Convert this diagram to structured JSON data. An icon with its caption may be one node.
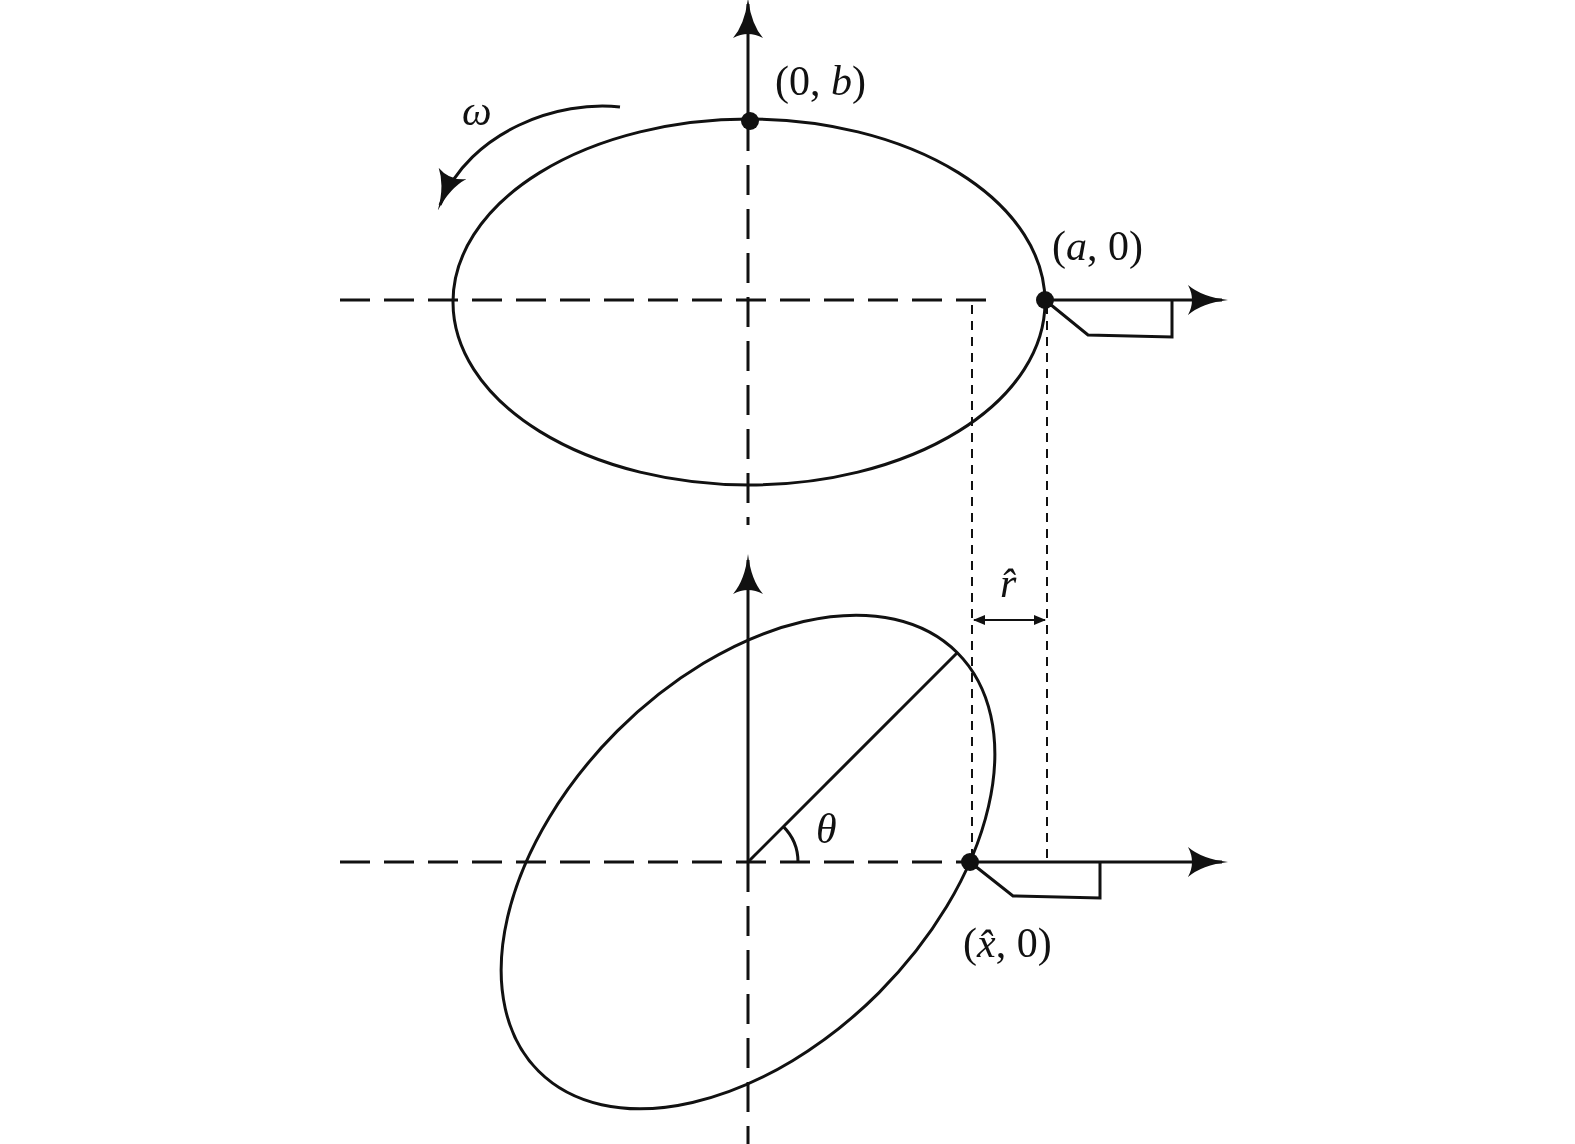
{
  "diagram": {
    "labels": [
      "(0, *b*)",
      "ω",
      "(*a*, 0)",
      "r̂",
      "θ",
      "(*x̂*, 0)"
    ]
  }
}
